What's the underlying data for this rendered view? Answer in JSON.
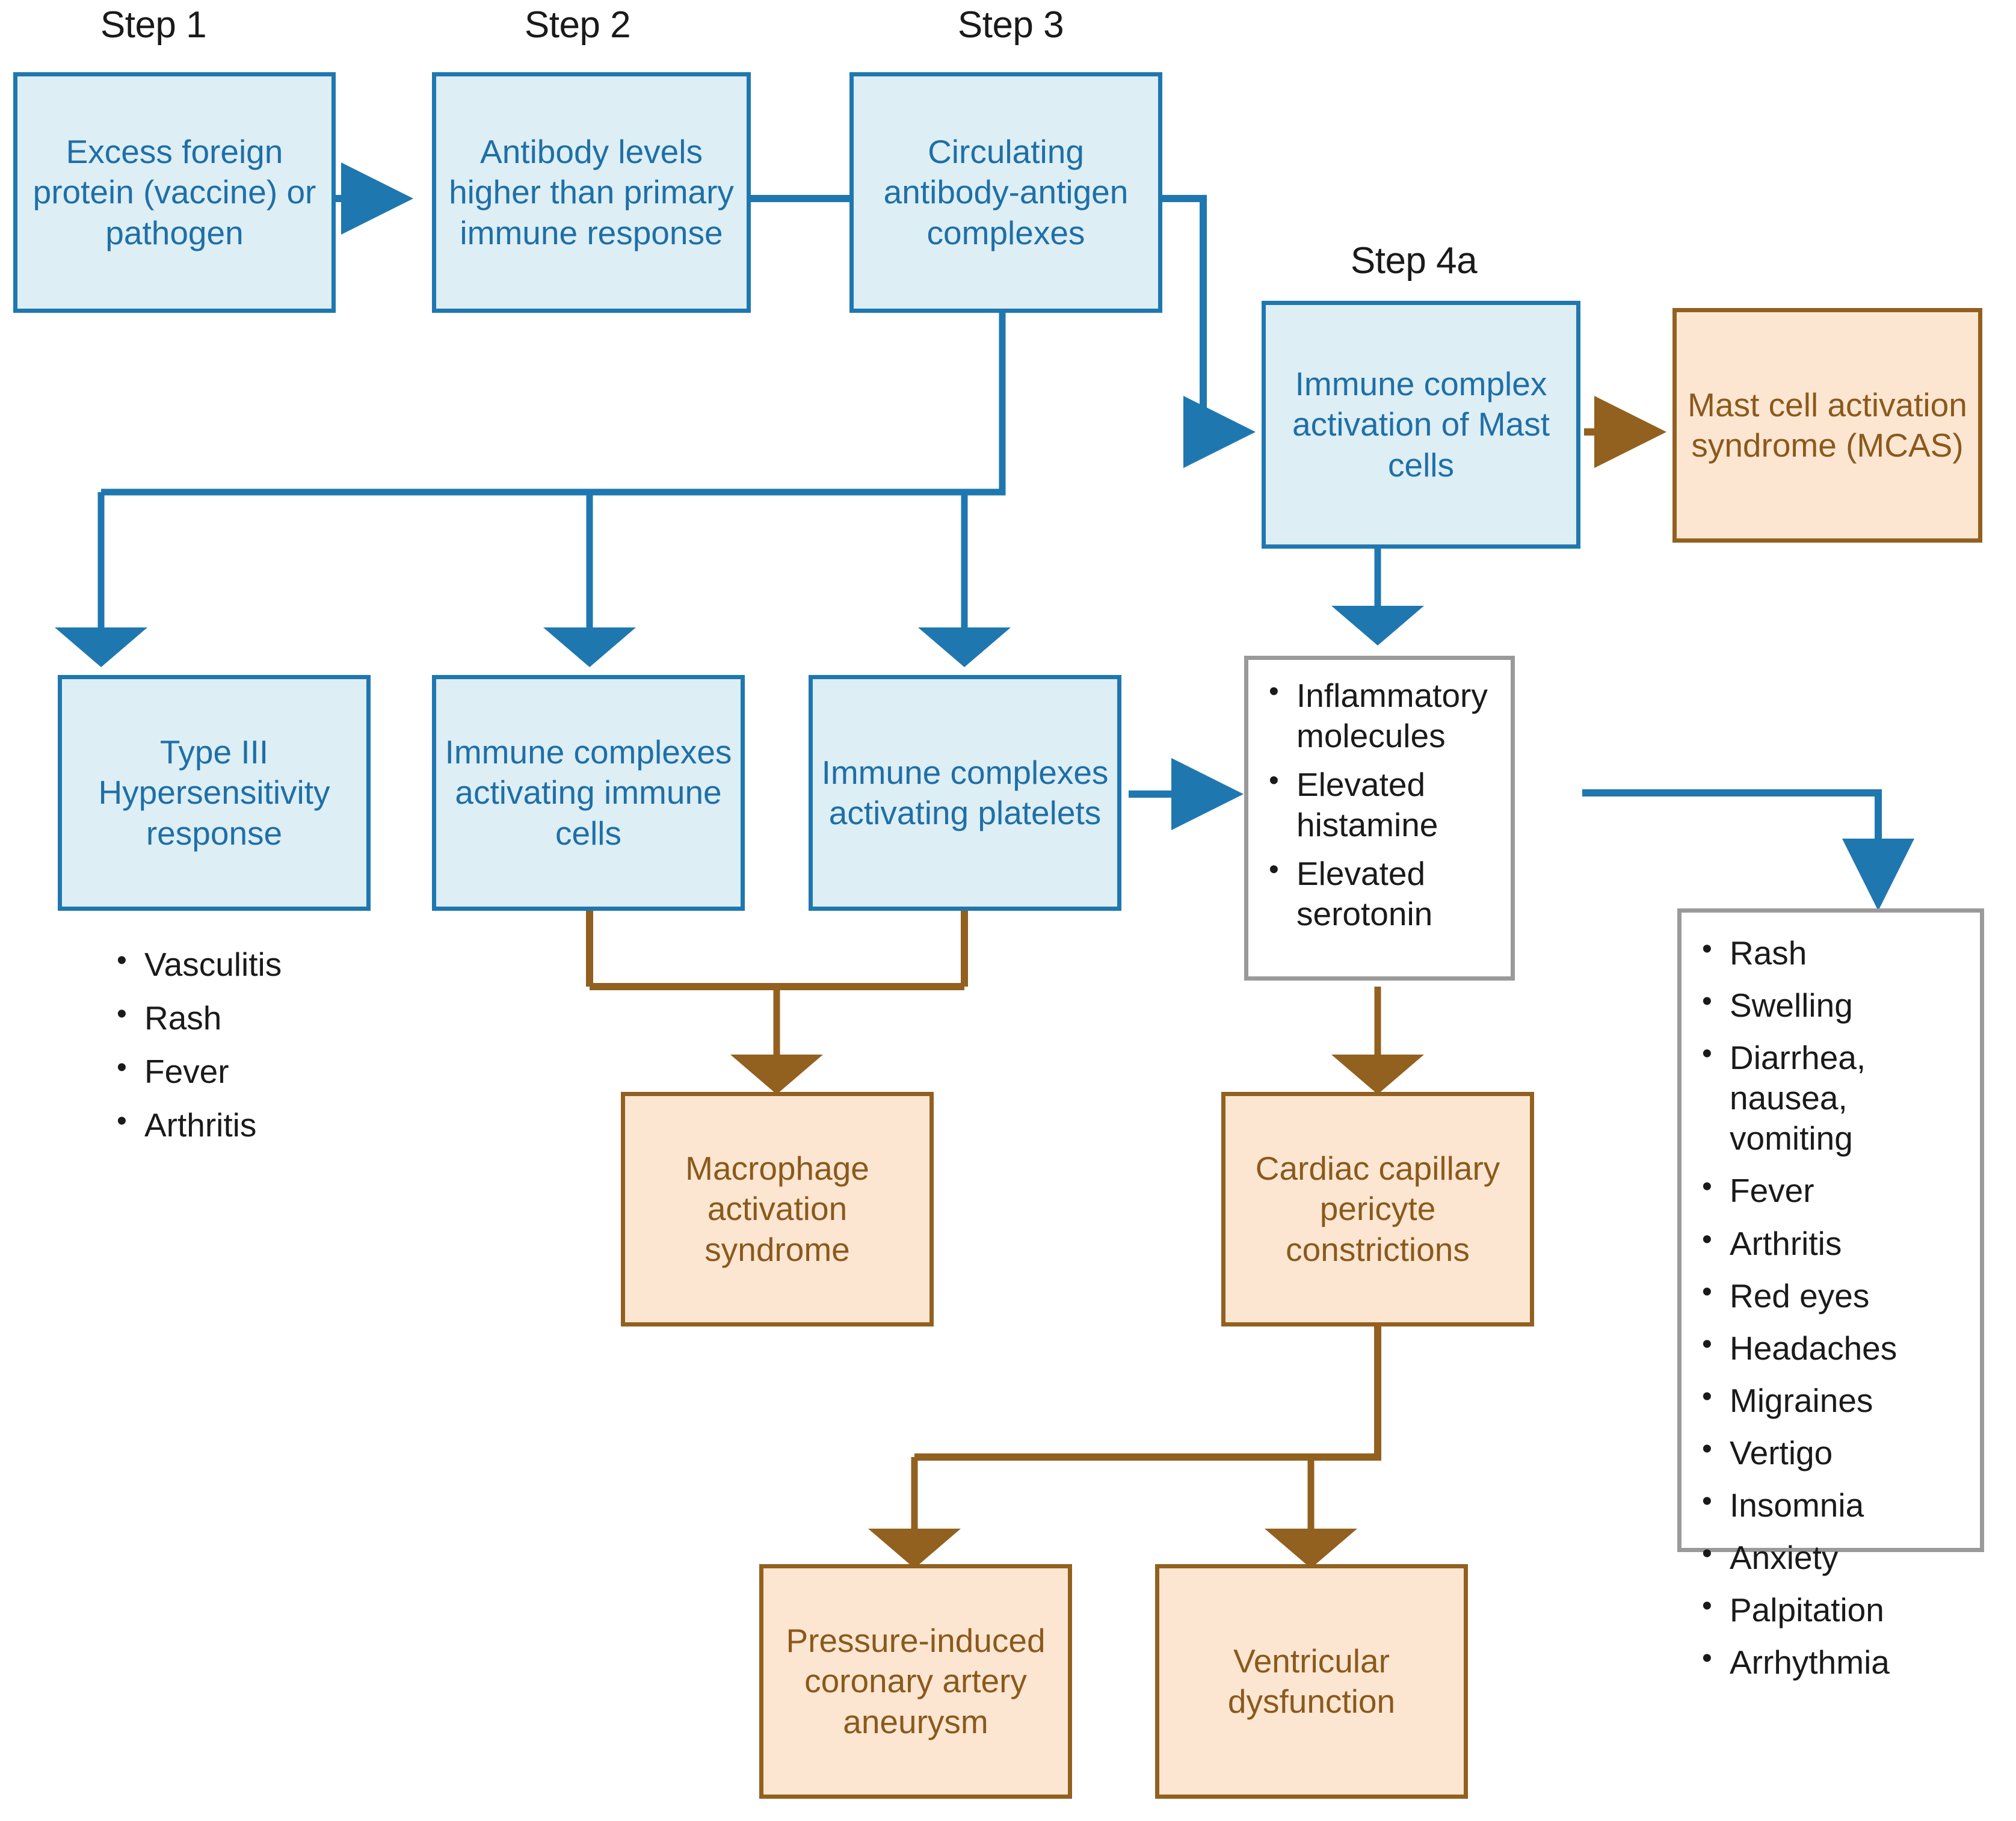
{
  "diagram": {
    "title": "Immune complex pathway flowchart",
    "colors": {
      "blue_fill": "#ddeef5",
      "blue_border": "#1f77b0",
      "blue_text": "#1f6fa6",
      "orange_fill": "#fce6d2",
      "orange_border": "#92601f",
      "orange_text": "#8a5a1c",
      "gray_border": "#9a9a9a",
      "black_text": "#1a1a1a"
    }
  },
  "step_labels": [
    {
      "id": "step1",
      "text": "Step 1"
    },
    {
      "id": "step2",
      "text": "Step 2"
    },
    {
      "id": "step3",
      "text": "Step 3"
    },
    {
      "id": "step4a",
      "text": "Step 4a"
    }
  ],
  "nodes": {
    "excess_foreign_protein": "Excess foreign protein (vaccine) or pathogen",
    "antibody_levels": "Antibody levels higher than primary immune response",
    "circulating_complexes": "Circulating antibody-antigen complexes",
    "mast_cell_activation": "Immune complex activation of Mast cells",
    "mcas": "Mast cell activation syndrome (MCAS)",
    "type3_hypersensitivity": "Type III Hypersensitivity response",
    "activating_immune_cells": "Immune complexes activating immune cells",
    "activating_platelets": "Immune complexes activating platelets",
    "macrophage_activation": "Macrophage activation syndrome",
    "cardiac_pericyte": "Cardiac capillary pericyte constrictions",
    "coronary_aneurysm": "Pressure-induced coronary artery aneurysm",
    "ventricular_dysfunction": "Ventricular dysfunction"
  },
  "lists": {
    "type3_symptoms": [
      "Vasculitis",
      "Rash",
      "Fever",
      "Arthritis"
    ],
    "mediators": [
      "Inflammatory molecules",
      "Elevated histamine",
      "Elevated serotonin"
    ],
    "mcas_symptoms": [
      "Rash",
      "Swelling",
      "Diarrhea, nausea, vomiting",
      "Fever",
      "Arthritis",
      "Red eyes",
      "Headaches",
      "Migraines",
      "Vertigo",
      "Insomnia",
      "Anxiety",
      "Palpitation",
      "Arrhythmia"
    ]
  }
}
